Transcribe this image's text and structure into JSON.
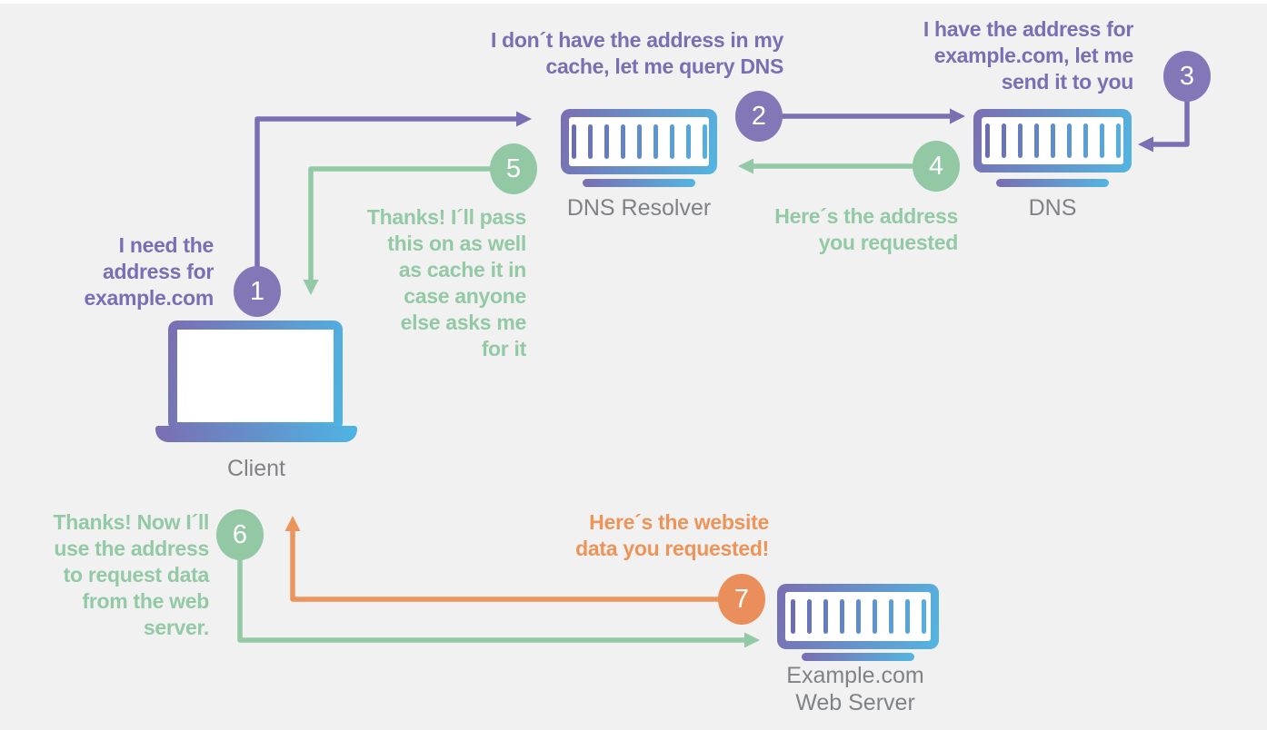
{
  "title": "DNS resolution flow diagram",
  "colors": {
    "purple": "#7a6fb2",
    "purple_badge": "#8377b8",
    "green": "#93c9a5",
    "green_badge": "#92c8a3",
    "orange": "#ec9459",
    "orange_badge": "#ea8f5b",
    "label_gray": "#808285",
    "icon_gradient_start": "#7a6eb2",
    "icon_gradient_end": "#53b5e0",
    "background": "#f1f1f2"
  },
  "nodes": {
    "client": {
      "label": "Client"
    },
    "resolver": {
      "label": "DNS Resolver"
    },
    "dns": {
      "label": "DNS"
    },
    "webserver": {
      "label": "Example.com\nWeb Server"
    }
  },
  "steps": [
    {
      "number": "1",
      "color": "purple",
      "message": "I need the\naddress for\nexample.com"
    },
    {
      "number": "2",
      "color": "purple",
      "message": "I don´t have the address in my\ncache, let me query DNS"
    },
    {
      "number": "3",
      "color": "purple",
      "message": "I have the address for\nexample.com, let me\nsend it to you"
    },
    {
      "number": "4",
      "color": "green",
      "message": "Here´s the address\nyou requested"
    },
    {
      "number": "5",
      "color": "green",
      "message": "Thanks! I´ll pass\nthis on as well\nas cache it in\ncase anyone\nelse asks me\nfor it"
    },
    {
      "number": "6",
      "color": "green",
      "message": "Thanks! Now I´ll\nuse the address\nto request data\nfrom the web\nserver."
    },
    {
      "number": "7",
      "color": "orange",
      "message": "Here´s the website\ndata you requested!"
    }
  ]
}
